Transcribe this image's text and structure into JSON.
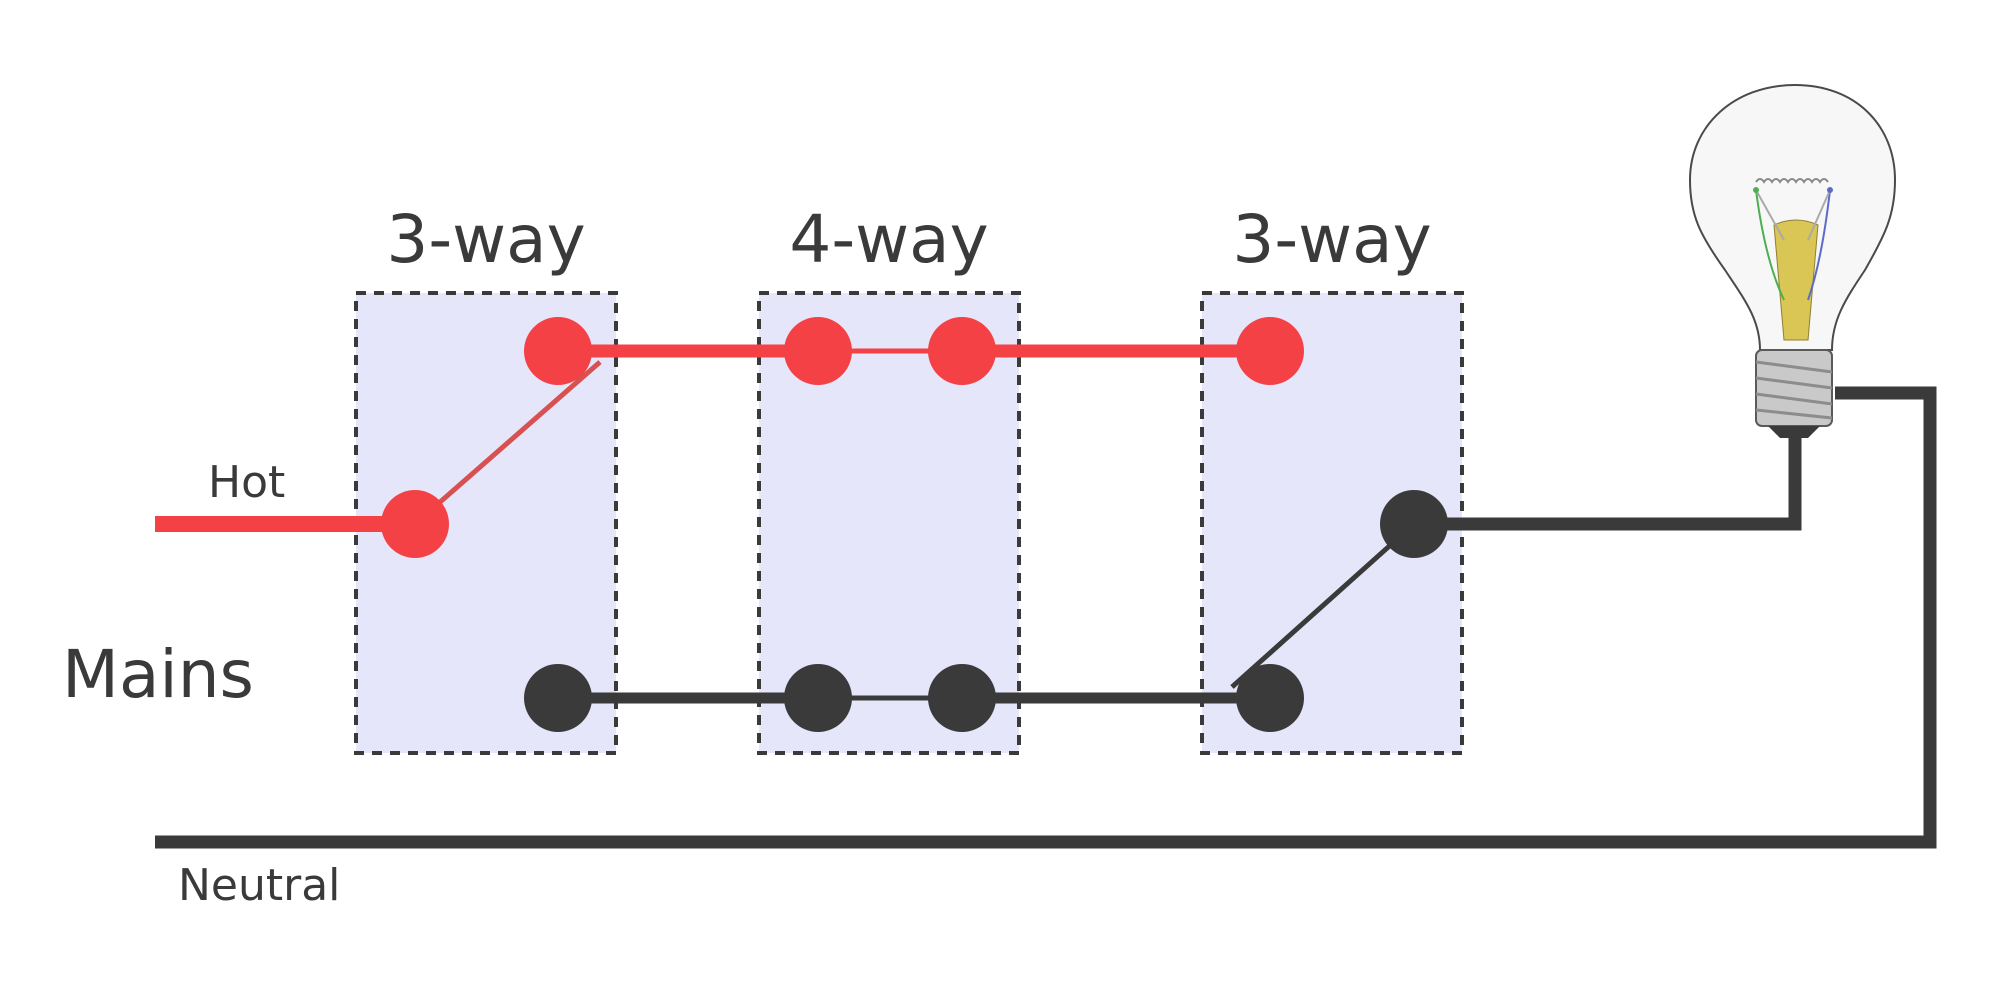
{
  "labels": {
    "switch_left": "3-way",
    "switch_middle": "4-way",
    "switch_right": "3-way",
    "mains": "Mains",
    "hot": "Hot",
    "neutral": "Neutral"
  },
  "colors": {
    "hot": "#f44145",
    "neutral": "#3a3a3a",
    "switch_box_fill": "#e6e6fb",
    "switch_box_border": "#3a3a3a",
    "bulb_base": "#c9b35a"
  },
  "icons": {
    "bulb": "light-bulb-icon"
  }
}
